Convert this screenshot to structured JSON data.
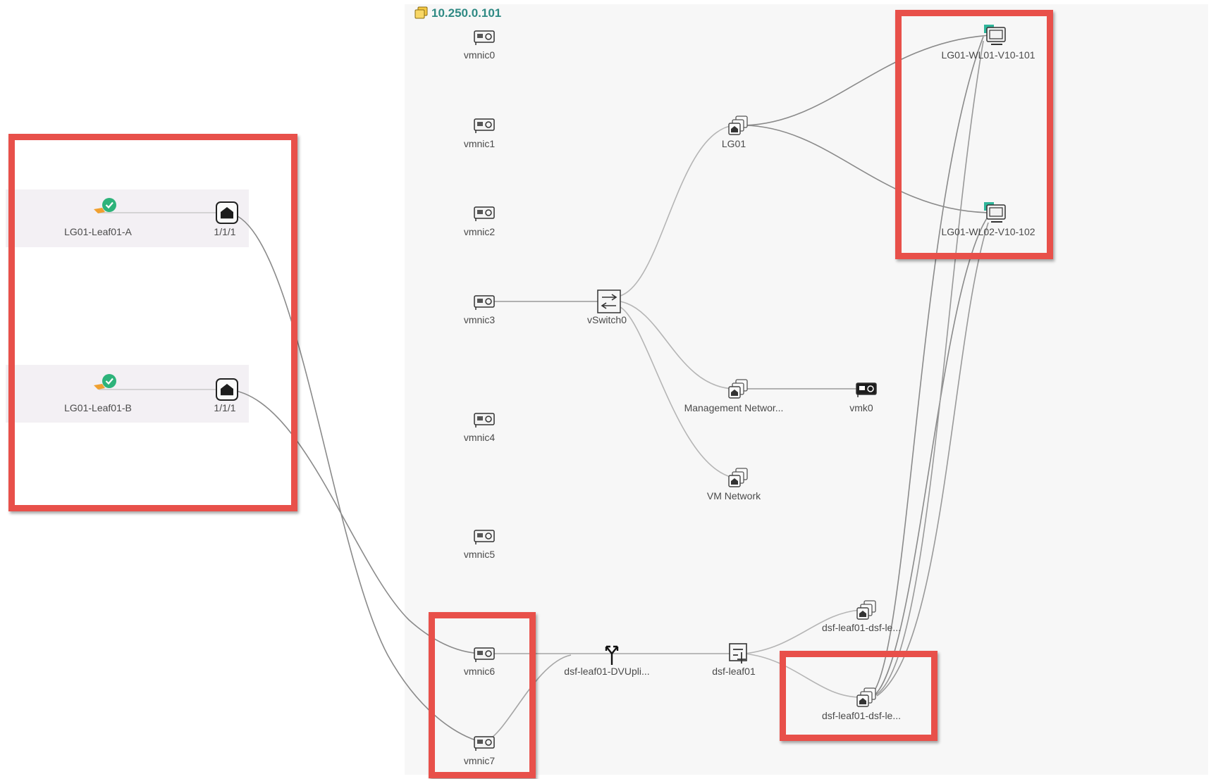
{
  "host": {
    "title": "10.250.0.101",
    "icon": "host-icon"
  },
  "switches": [
    {
      "id": "leaf-a",
      "name": "LG01-Leaf01-A",
      "port": "1/1/1",
      "status": "ok",
      "icon": "switch-icon"
    },
    {
      "id": "leaf-b",
      "name": "LG01-Leaf01-B",
      "port": "1/1/1",
      "status": "ok",
      "icon": "switch-icon"
    }
  ],
  "vmnics": [
    "vmnic0",
    "vmnic1",
    "vmnic2",
    "vmnic3",
    "vmnic4",
    "vmnic5",
    "vmnic6",
    "vmnic7"
  ],
  "vswitch": {
    "name": "vSwitch0",
    "icon": "vswitch-icon"
  },
  "portgroups": [
    {
      "id": "pg-lg01",
      "name": "LG01"
    },
    {
      "id": "pg-mgmt",
      "name": "Management Networ..."
    },
    {
      "id": "pg-vm",
      "name": "VM Network"
    }
  ],
  "vmkernel": {
    "name": "vmk0",
    "icon": "vmkernel-nic-icon"
  },
  "vms": [
    {
      "id": "vm-101",
      "name": "LG01-WL01-V10-101",
      "icon": "vm-icon"
    },
    {
      "id": "vm-102",
      "name": "LG01-WL02-V10-102",
      "icon": "vm-icon"
    }
  ],
  "dvs": {
    "uplink_name": "dsf-leaf01-DVUpli...",
    "switch_name": "dsf-leaf01",
    "portgroups": [
      "dsf-leaf01-dsf-le...",
      "dsf-leaf01-dsf-le..."
    ]
  },
  "colors": {
    "highlight": "#e8504a",
    "status_ok": "#2db37a",
    "link": "#8a8a8a",
    "host_title": "#2f8a84",
    "panel_bg": "#f7f7f7"
  }
}
